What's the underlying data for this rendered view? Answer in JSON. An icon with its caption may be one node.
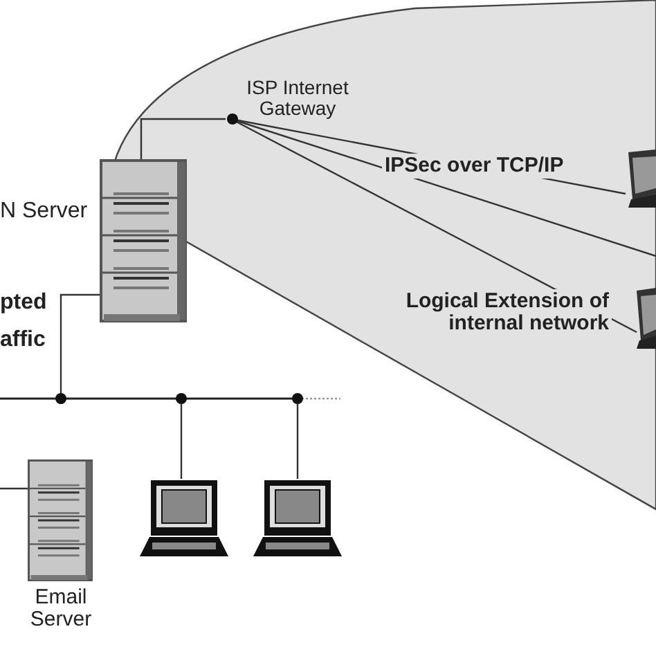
{
  "diagram": {
    "nodes": [
      {
        "text": [
          "IPSec over TCP/IP",
          "Logical Extension of internal network"
        ]
      },
      {
        "text": [
          "ISP Internet Gateway"
        ],
        "in": 0
      },
      {
        "text": [
          "N Server"
        ]
      },
      {
        "text": [],
        "shape": "laptop",
        "in": 0
      },
      {
        "text": [],
        "shape": "laptop",
        "in": 0
      },
      {
        "text": [],
        "shape": "bar"
      },
      {
        "text": [
          "Email Server"
        ]
      },
      {
        "text": [],
        "shape": "computer"
      },
      {
        "text": [],
        "shape": "computer"
      }
    ],
    "edges": [
      {
        "from": 2,
        "to": 1,
        "arrow": "none"
      },
      {
        "from": 1,
        "to": 3,
        "arrow": "none"
      },
      {
        "from": 1,
        "to": null,
        "arrow": "none"
      },
      {
        "from": 1,
        "to": 4,
        "arrow": "none"
      },
      {
        "from": 2,
        "to": 5,
        "arrow": "none"
      },
      {
        "from": 5,
        "to": 7,
        "arrow": "none"
      },
      {
        "from": 5,
        "to": 8,
        "arrow": "none"
      },
      {
        "from": null,
        "to": 6,
        "arrow": "none"
      }
    ],
    "labels": [
      "pted affic"
    ]
  }
}
